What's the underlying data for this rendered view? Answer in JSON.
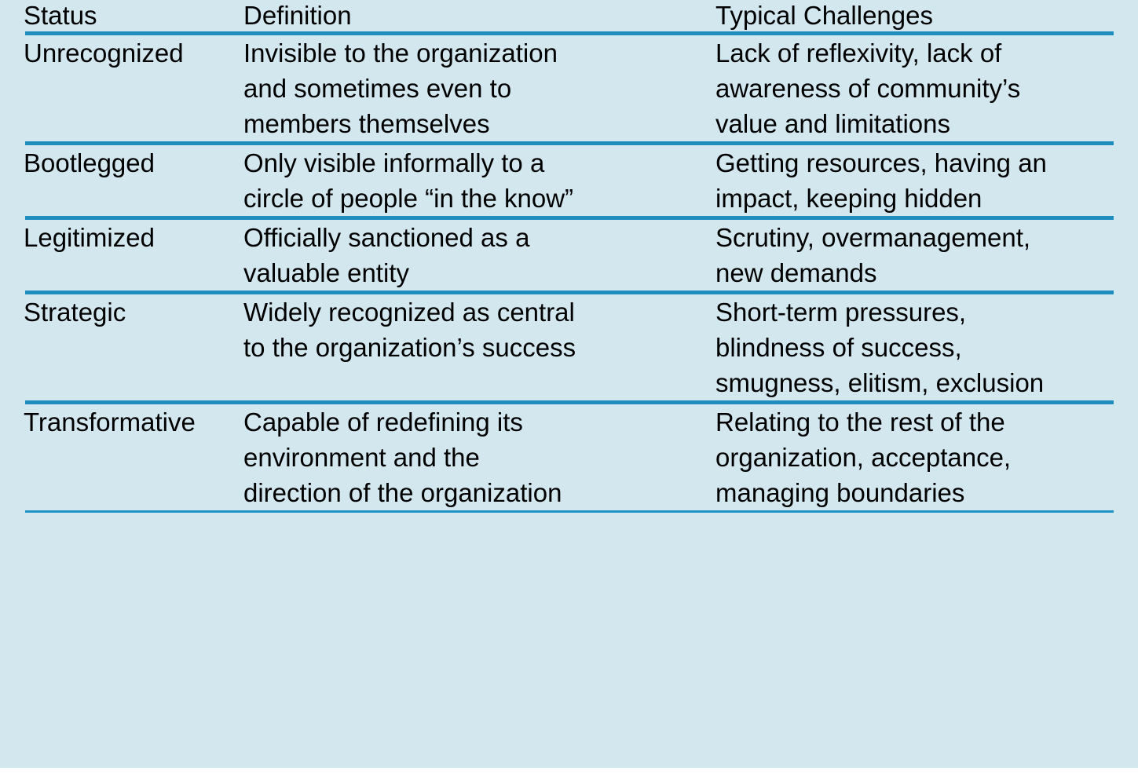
{
  "table": {
    "background_color": "#d3e7ef",
    "rule_color": "#1f8dbd",
    "text_color": "#000000",
    "headers": {
      "status": "Status",
      "definition": "Definition",
      "challenges": "Typical Challenges"
    },
    "rows": [
      {
        "status": "Unrecognized",
        "definition_lines": [
          "Invisible to the organization",
          "and sometimes even to",
          "members themselves"
        ],
        "challenges_lines": [
          "Lack of reflexivity, lack of",
          "awareness of community’s",
          "value and limitations"
        ]
      },
      {
        "status": "Bootlegged",
        "definition_lines": [
          "Only visible informally to a",
          "circle of people “in the know”"
        ],
        "challenges_lines": [
          "Getting resources, having an",
          "impact, keeping hidden"
        ]
      },
      {
        "status": "Legitimized",
        "definition_lines": [
          "Officially sanctioned as a",
          "valuable entity"
        ],
        "challenges_lines": [
          "Scrutiny, overmanagement,",
          "new demands"
        ]
      },
      {
        "status": "Strategic",
        "definition_lines": [
          "Widely recognized as central",
          "to the organization’s success"
        ],
        "challenges_lines": [
          "Short-term pressures,",
          "blindness of success,",
          "smugness, elitism, exclusion"
        ]
      },
      {
        "status": "Transformative",
        "definition_lines": [
          "Capable of redefining its",
          "environment and the",
          "direction of the organization"
        ],
        "challenges_lines": [
          "Relating to the rest of the",
          "organization, acceptance,",
          "managing boundaries"
        ]
      }
    ]
  }
}
